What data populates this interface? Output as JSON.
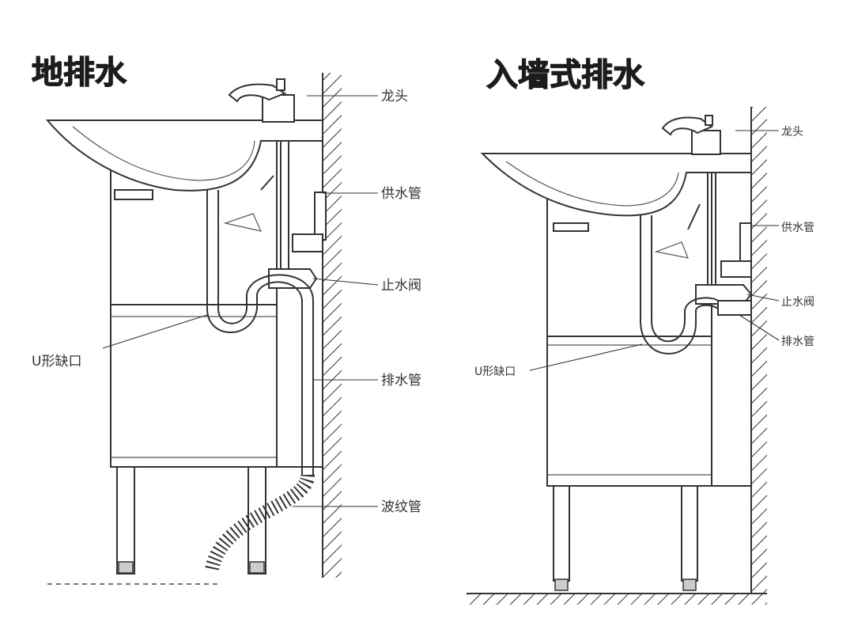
{
  "left": {
    "title": "地排水",
    "labels": {
      "faucet": "龙头",
      "supply_pipe": "供水管",
      "stop_valve": "止水阀",
      "u_trap": "U形缺口",
      "drain_pipe": "排水管",
      "corrugated_pipe": "波纹管"
    }
  },
  "right": {
    "title": "入墙式排水",
    "labels": {
      "faucet": "龙头",
      "supply_pipe": "供水管",
      "stop_valve": "止水阀",
      "drain_pipe": "排水管",
      "u_trap": "U形缺口"
    }
  }
}
